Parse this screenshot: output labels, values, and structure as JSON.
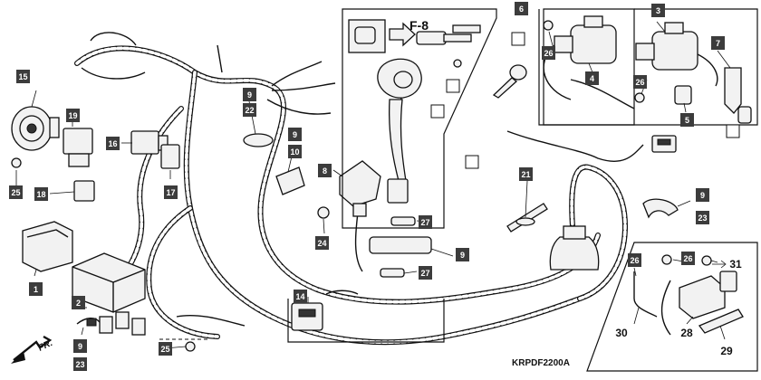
{
  "diagram": {
    "part_code": "KRPDF2200A",
    "section_ref": "F-8",
    "direction_label": "FR.",
    "callouts": [
      {
        "id": "c1",
        "text": "1"
      },
      {
        "id": "c2",
        "text": "2"
      },
      {
        "id": "c3",
        "text": "3"
      },
      {
        "id": "c4",
        "text": "4"
      },
      {
        "id": "c5",
        "text": "5"
      },
      {
        "id": "c6",
        "text": "6"
      },
      {
        "id": "c7",
        "text": "7"
      },
      {
        "id": "c8",
        "text": "8"
      },
      {
        "id": "c9a",
        "text": "9"
      },
      {
        "id": "c9b",
        "text": "9"
      },
      {
        "id": "c9c",
        "text": "9"
      },
      {
        "id": "c9d",
        "text": "9"
      },
      {
        "id": "c9e",
        "text": "9"
      },
      {
        "id": "c10",
        "text": "10"
      },
      {
        "id": "c14",
        "text": "14"
      },
      {
        "id": "c15",
        "text": "15"
      },
      {
        "id": "c16",
        "text": "16"
      },
      {
        "id": "c17",
        "text": "17"
      },
      {
        "id": "c18",
        "text": "18"
      },
      {
        "id": "c19",
        "text": "19"
      },
      {
        "id": "c21",
        "text": "21"
      },
      {
        "id": "c22",
        "text": "22"
      },
      {
        "id": "c23a",
        "text": "23"
      },
      {
        "id": "c23b",
        "text": "23"
      },
      {
        "id": "c24",
        "text": "24"
      },
      {
        "id": "c25a",
        "text": "25"
      },
      {
        "id": "c25b",
        "text": "25"
      },
      {
        "id": "c26a",
        "text": "26"
      },
      {
        "id": "c26b",
        "text": "26"
      },
      {
        "id": "c26c",
        "text": "26"
      },
      {
        "id": "c26d",
        "text": "26"
      },
      {
        "id": "c27a",
        "text": "27"
      },
      {
        "id": "c27b",
        "text": "27"
      }
    ],
    "plain_callouts": [
      {
        "id": "p28",
        "text": "28"
      },
      {
        "id": "p29",
        "text": "29"
      },
      {
        "id": "p30",
        "text": "30"
      },
      {
        "id": "p31",
        "text": "31"
      }
    ]
  }
}
